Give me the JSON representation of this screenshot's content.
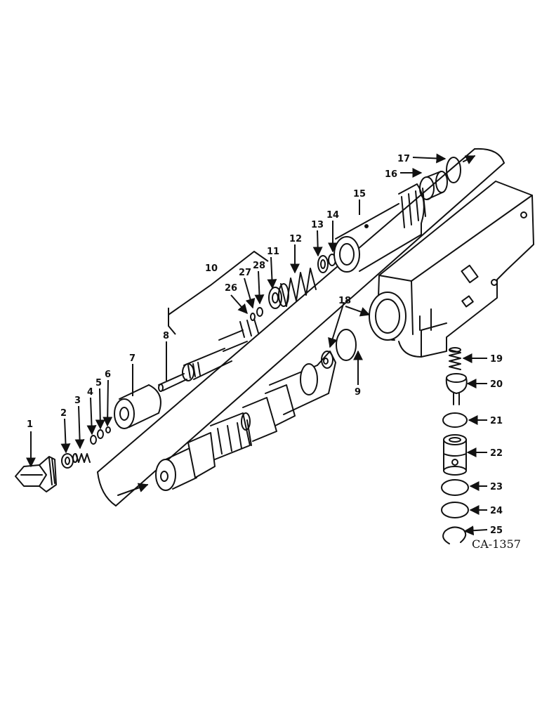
{
  "diagram_code": "CA-1357",
  "labels": {
    "l1": "1",
    "l2": "2",
    "l3": "3",
    "l4": "4",
    "l5": "5",
    "l6": "6",
    "l7": "7",
    "l8": "8",
    "l9": "9",
    "l10": "10",
    "l11": "11",
    "l12": "12",
    "l13": "13",
    "l14": "14",
    "l15": "15",
    "l16": "16",
    "l17": "17",
    "l18": "18",
    "l19": "19",
    "l20": "20",
    "l21": "21",
    "l22": "22",
    "l23": "23",
    "l24": "24",
    "l25": "25",
    "l26": "26",
    "l27": "27",
    "l28": "28"
  }
}
